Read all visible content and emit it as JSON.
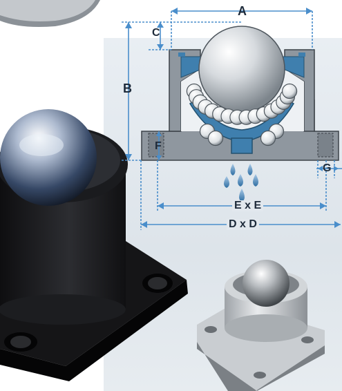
{
  "diagram": {
    "dimensions": {
      "a": "A",
      "b": "B",
      "c": "C",
      "f": "F",
      "g": "G",
      "exe": "E x E",
      "dxd": "D x D"
    },
    "colors": {
      "housing": "#8f979f",
      "housing_dark": "#5f676f",
      "cup": "#3f7fae",
      "dim_line": "#4a8ecb",
      "ball": "#d9dde1",
      "label": "#1d2a3a"
    },
    "icons": [
      "steel-ball",
      "support-balls",
      "lubricant-drops"
    ]
  }
}
